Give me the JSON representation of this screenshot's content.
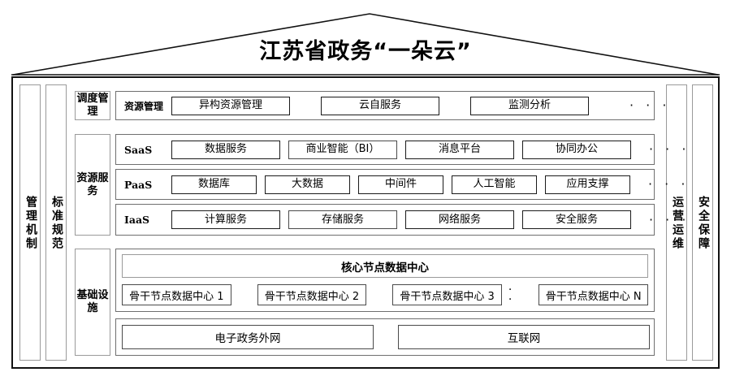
{
  "title": "江苏省政务“一朵云”",
  "pillars": {
    "left": [
      {
        "label": "管理机制",
        "name": "pillar-management-mechanism"
      },
      {
        "label": "标准规范",
        "name": "pillar-standards-norms"
      }
    ],
    "right": [
      {
        "label": "运营运维",
        "name": "pillar-operations-maintenance"
      },
      {
        "label": "安全保障",
        "name": "pillar-security-assurance"
      }
    ]
  },
  "categories": {
    "dispatch": "调度管理",
    "resource_service": "资源服务",
    "infrastructure": "基础设施"
  },
  "rows": {
    "dispatch": {
      "label": "资源管理",
      "items": [
        "异构资源管理",
        "云自服务",
        "监测分析"
      ],
      "ellipsis": "· · ·"
    },
    "saas": {
      "label": "SaaS",
      "items": [
        "数据服务",
        "商业智能（BI）",
        "消息平台",
        "协同办公"
      ],
      "ellipsis": "· · ·"
    },
    "paas": {
      "label": "PaaS",
      "items": [
        "数据库",
        "大数据",
        "中间件",
        "人工智能",
        "应用支撑"
      ],
      "ellipsis": "· · ·"
    },
    "iaas": {
      "label": "IaaS",
      "items": [
        "计算服务",
        "存储服务",
        "网络服务",
        "安全服务"
      ],
      "ellipsis": "· · ·"
    }
  },
  "datacenter": {
    "core": "核心节点数据中心",
    "nodes": [
      "骨干节点数据中心 1",
      "骨干节点数据中心 2",
      "骨干节点数据中心 3",
      "骨干节点数据中心 N"
    ],
    "dots": "· ·"
  },
  "networks": [
    "电子政务外网",
    "互联网"
  ],
  "colors": {
    "frame": "#111111",
    "box_border": "#4a4a4a",
    "light_border": "#9a9a9a",
    "background": "#ffffff",
    "text": "#000000"
  }
}
